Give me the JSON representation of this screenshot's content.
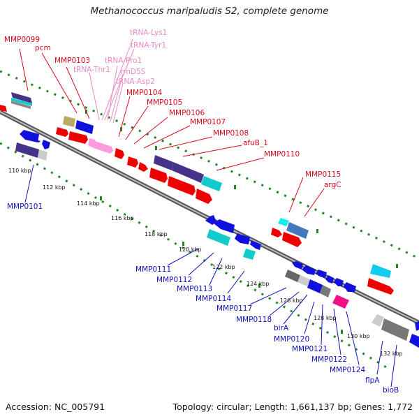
{
  "title": "Methanococcus maripaludis S2, complete genome",
  "footer": {
    "accession": "Accession: NC_005791",
    "summary": "Topology: circular; Length: 1,661,137 bp; Genes: 1,772"
  },
  "colors": {
    "gene_red": "#ee0000",
    "rna_pink": "#ff99dd",
    "gene_blue": "#1111dd",
    "cyan": "#11cccc",
    "navy": "#443388",
    "gray": "#777777",
    "light_gray": "#cccccc",
    "khaki": "#bbaa66",
    "steel": "#4477bb",
    "magenta": "#ee1188",
    "label_red": "#d8091c",
    "label_pink": "#ee88c0",
    "label_blue": "#1010c0",
    "tick_green": "#228822"
  },
  "kbp_ticks": [
    "110 kbp",
    "112 kbp",
    "114 kbp",
    "116 kbp",
    "118 kbp",
    "120 kbp",
    "122 kbp",
    "124 kbp",
    "126 kbp",
    "128 kbp",
    "130 kbp",
    "132 kbp"
  ],
  "labels_top": [
    {
      "text": "MMP0099",
      "color": "red"
    },
    {
      "text": "pcm",
      "color": "red"
    },
    {
      "text": "MMP0103",
      "color": "red"
    },
    {
      "text": "tRNA-Thr1",
      "color": "pink"
    },
    {
      "text": "tRNA-Lys1",
      "color": "pink"
    },
    {
      "text": "tRNA-Tyr1",
      "color": "pink"
    },
    {
      "text": "tRNA-Pro1",
      "color": "pink"
    },
    {
      "text": "rrnD5S",
      "color": "pink"
    },
    {
      "text": "tRNA-Asp2",
      "color": "pink"
    },
    {
      "text": "MMP0104",
      "color": "red"
    },
    {
      "text": "MMP0105",
      "color": "red"
    },
    {
      "text": "MMP0106",
      "color": "red"
    },
    {
      "text": "MMP0107",
      "color": "red"
    },
    {
      "text": "MMP0108",
      "color": "red"
    },
    {
      "text": "afuB_1",
      "color": "red"
    },
    {
      "text": "MMP0110",
      "color": "red"
    },
    {
      "text": "MMP0115",
      "color": "red"
    },
    {
      "text": "argC",
      "color": "red"
    }
  ],
  "labels_bottom": [
    {
      "text": "MMP0101"
    },
    {
      "text": "MMP0111"
    },
    {
      "text": "MMP0112"
    },
    {
      "text": "MMP0113"
    },
    {
      "text": "MMP0114"
    },
    {
      "text": "MMP0117"
    },
    {
      "text": "MMP0118"
    },
    {
      "text": "birA"
    },
    {
      "text": "MMP0120"
    },
    {
      "text": "MMP0121"
    },
    {
      "text": "MMP0122"
    },
    {
      "text": "MMP0124"
    },
    {
      "text": "flpA"
    },
    {
      "text": "bioB"
    }
  ]
}
